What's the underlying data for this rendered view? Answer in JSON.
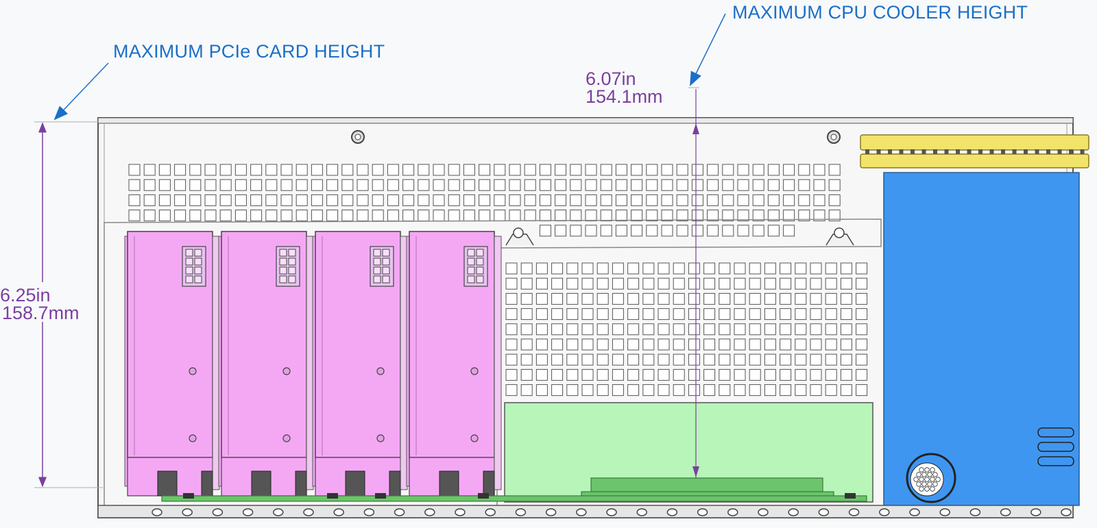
{
  "labels": {
    "pcie_callout": "MAXIMUM PCIe CARD HEIGHT",
    "cpu_callout": "MAXIMUM CPU COOLER HEIGHT"
  },
  "dimensions": {
    "pcie": {
      "in": "6.25in",
      "mm": "158.7mm"
    },
    "cpu": {
      "in": "6.07in",
      "mm": "154.1mm"
    }
  },
  "gpu_count": 4,
  "colors": {
    "gpu": "#f4a8f4",
    "gpu_connector": "#e6c2f0",
    "board": "#b8f5b8",
    "board_dark": "#6cc46c",
    "psu": "#3f96f0",
    "drive": "#f2e46a",
    "chassis_line": "#555555",
    "callout": "#1a6fc9",
    "dimension": "#7b3fa0"
  }
}
